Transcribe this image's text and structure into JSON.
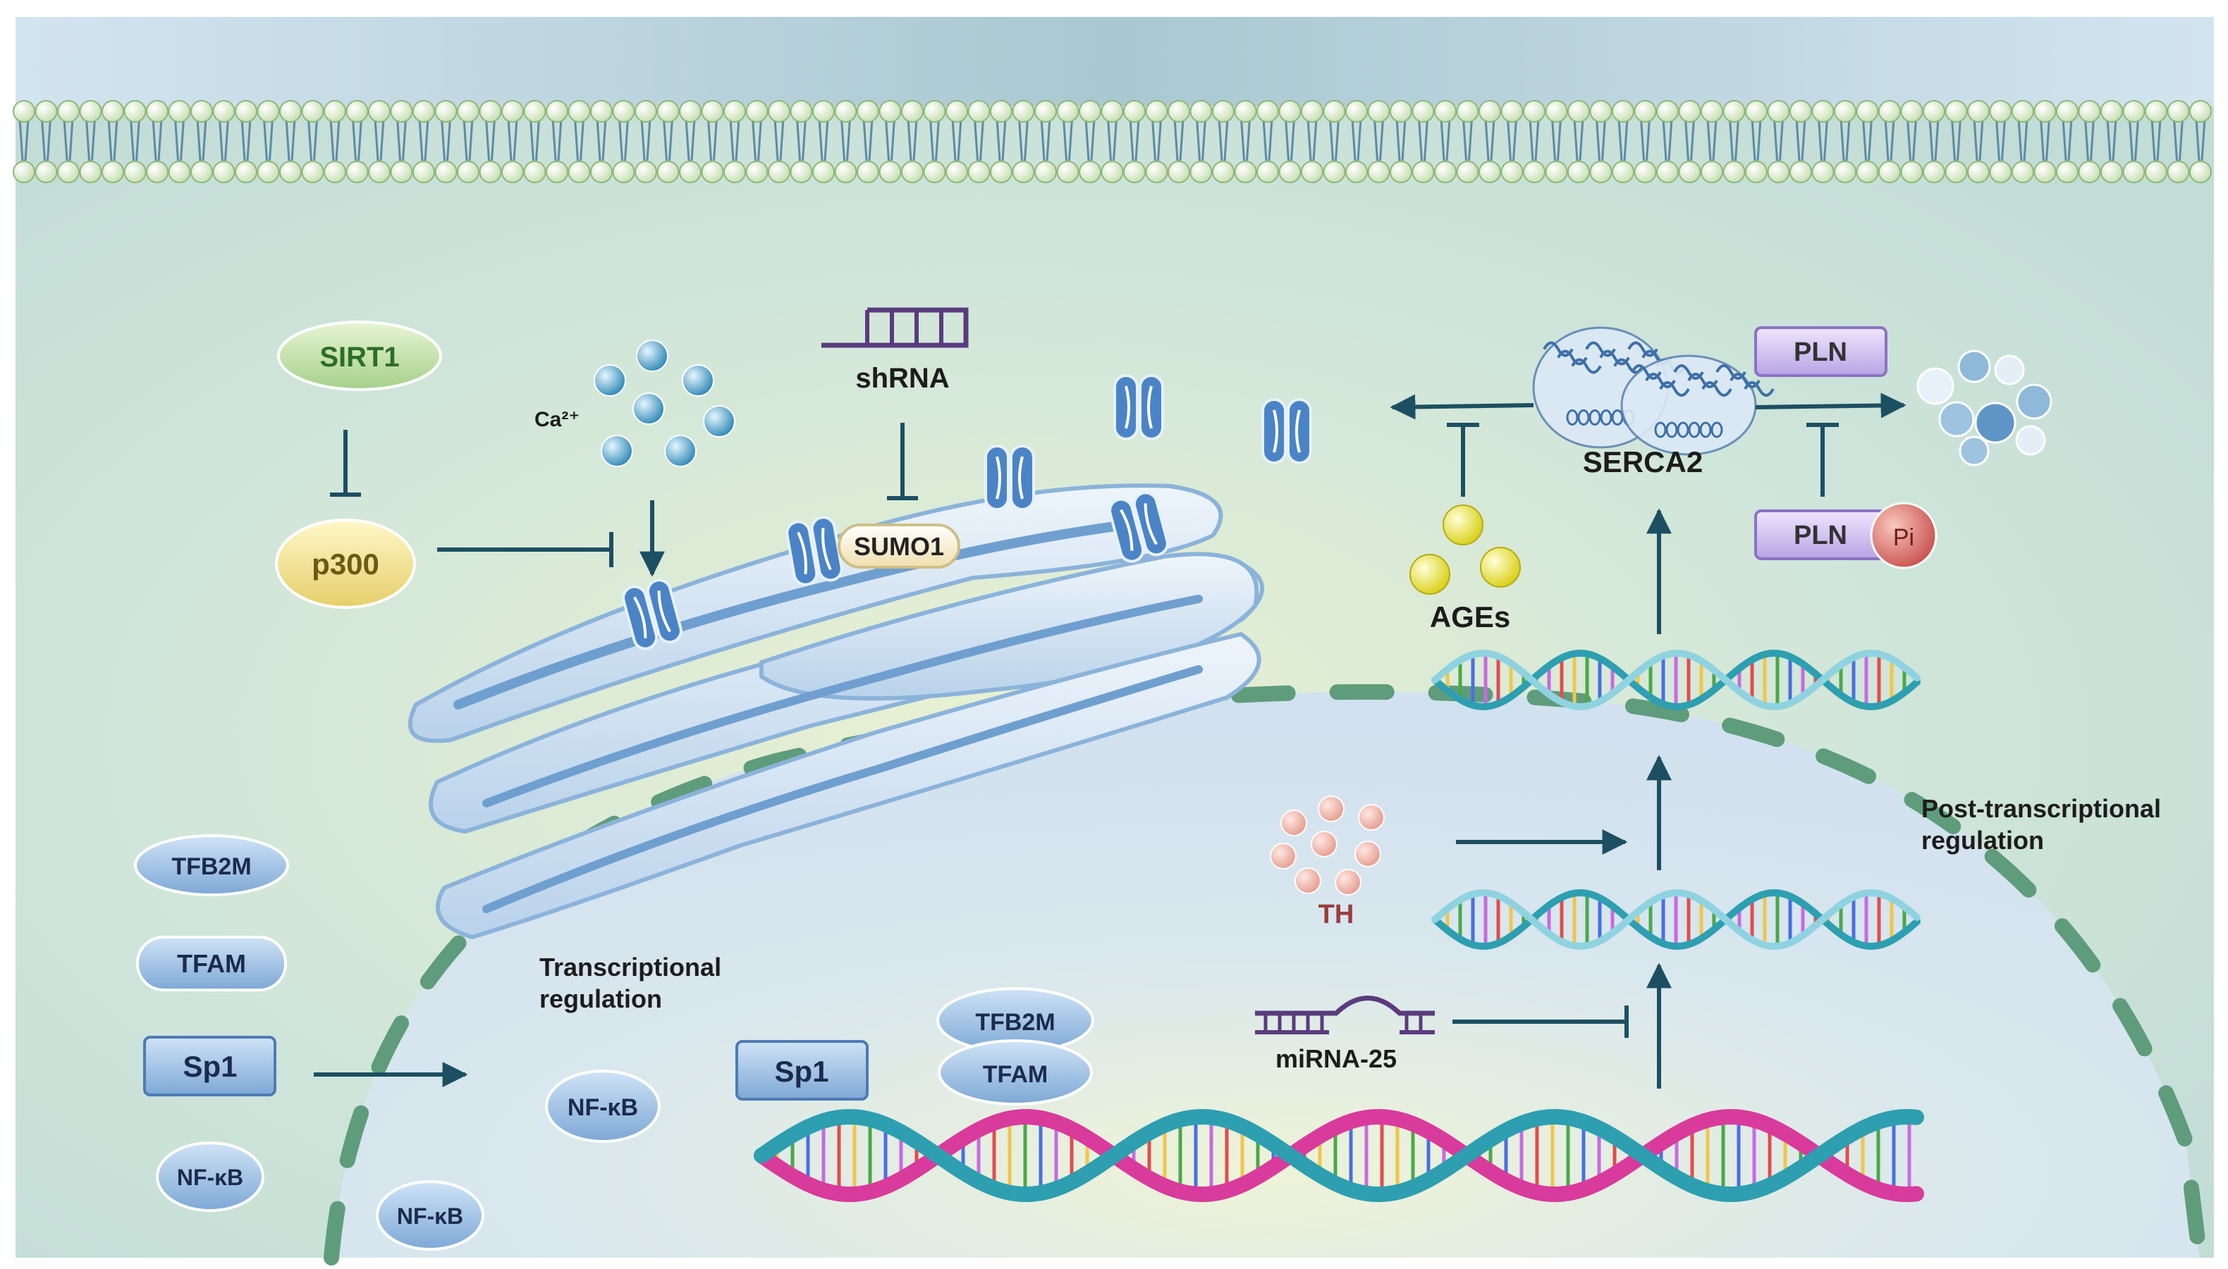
{
  "labels": {
    "sirt1": "SIRT1",
    "p300": "p300",
    "ca": "Ca²⁺",
    "shrna": "shRNA",
    "sumo1": "SUMO1",
    "serca2": "SERCA2",
    "pln": "PLN",
    "pln_p": "PLN",
    "pi": "Pi",
    "ages": "AGEs",
    "th": "TH",
    "mirna25": "miRNA-25",
    "post_line1": "Post-transcriptional",
    "post_line2": "regulation",
    "trans_line1": "Transcriptional",
    "trans_line2": "regulation",
    "tfb2m_left": "TFB2M",
    "tfam_left": "TFAM",
    "sp1_left": "Sp1",
    "nfkb_left1": "NF-κB",
    "nfkb_left2": "NF-κB",
    "nfkb_mid": "NF-κB",
    "sp1_dna": "Sp1",
    "tfb2m_dna": "TFB2M",
    "tfam_dna": "TFAM"
  },
  "colors": {
    "membrane_head": "#d7ebc8",
    "nucleus_dash": "#5f9c7c",
    "arrow": "#1d4f63",
    "pill_blue": "#8fb8e0",
    "pln_purple": "#cdbdf0",
    "pi_red": "#d9706f",
    "th_red": "#9a3d3d",
    "dna_pink": "#d83b9c",
    "dna_teal": "#2d9fb0"
  }
}
